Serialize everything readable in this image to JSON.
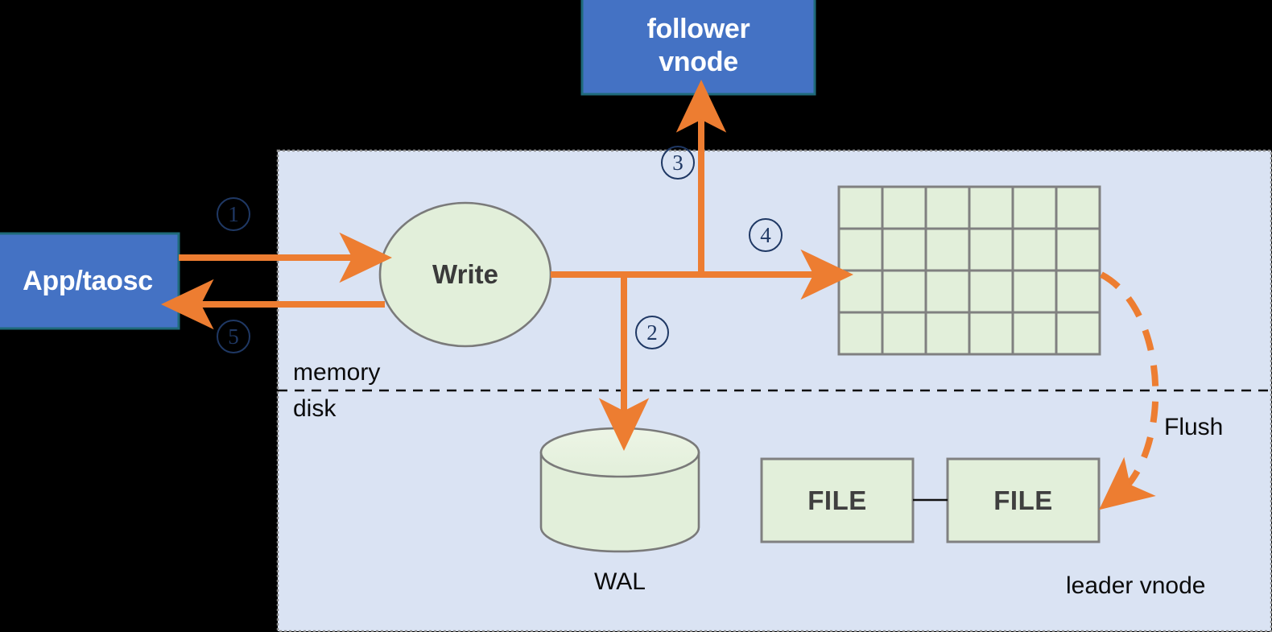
{
  "diagram": {
    "title_semantics": "TDengine vnode write path",
    "colors": {
      "accent_orange": "#ED7D31",
      "box_blue": "#4472C4",
      "box_blue_border": "#1F6A7A",
      "container_fill": "#DAE3F3",
      "container_border": "#808080",
      "shape_green_fill": "#E2EFDA",
      "shape_green_border": "#808080",
      "circle_number_color": "#1F3864",
      "background": "#000000"
    },
    "nodes": {
      "app": {
        "label": "App/taosc"
      },
      "follower": {
        "line1": "follower",
        "line2": "vnode"
      },
      "write": {
        "label": "Write"
      },
      "wal": {
        "label": "WAL"
      },
      "file_left": {
        "label": "FILE"
      },
      "file_right": {
        "label": "FILE"
      },
      "memtable": {
        "rows": 4,
        "cols": 6
      }
    },
    "labels": {
      "memory": "memory",
      "disk": "disk",
      "flush": "Flush",
      "leader_vnode": "leader vnode"
    },
    "steps": [
      {
        "id": "1",
        "glyph": "①",
        "meaning": "app sends write request to leader vnode"
      },
      {
        "id": "2",
        "glyph": "②",
        "meaning": "write appended to WAL on disk"
      },
      {
        "id": "3",
        "glyph": "③",
        "meaning": "write forwarded to follower vnode"
      },
      {
        "id": "4",
        "glyph": "④",
        "meaning": "write applied to in-memory table"
      },
      {
        "id": "5",
        "glyph": "⑤",
        "meaning": "ack returned to app"
      }
    ]
  }
}
